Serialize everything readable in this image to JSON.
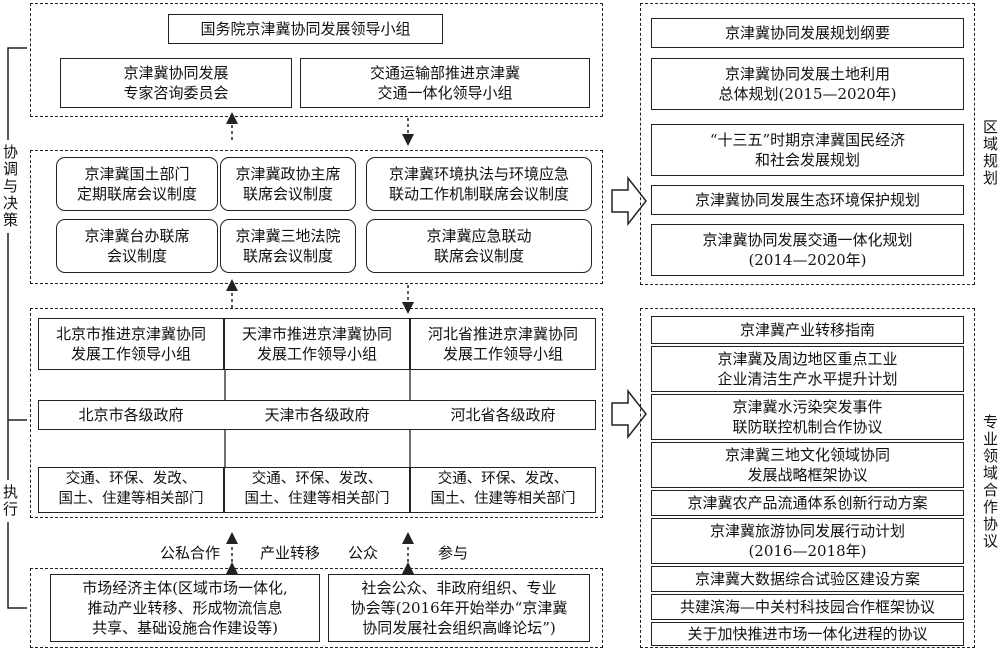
{
  "side_labels": {
    "coordination": "协调与决策",
    "execution": "执行",
    "regional_plan": "区域规划",
    "special_agreements": "专业领域合作协议"
  },
  "top_group": {
    "leading_group": "国务院京津冀协同发展领导小组",
    "expert_committee": "京津冀协同发展\n专家咨询委员会",
    "transport_group": "交通运输部推进京津冀\n交通一体化领导小组"
  },
  "mid_group": {
    "items": [
      "京津冀国土部门\n定期联席会议制度",
      "京津冀政协主席\n联席会议制度",
      "京津冀环境执法与环境应急\n联动工作机制联席会议制度",
      "京津冀台办联席\n会议制度",
      "京津冀三地法院\n联席会议制度",
      "京津冀应急联动\n联席会议制度"
    ]
  },
  "exec_group": {
    "leading_groups": [
      "北京市推进京津冀协同\n发展工作领导小组",
      "天津市推进京津冀协同\n发展工作领导小组",
      "河北省推进京津冀协同\n发展工作领导小组"
    ],
    "governments": [
      "北京市各级政府",
      "天津市各级政府",
      "河北省各级政府"
    ],
    "departments": [
      "交通、环保、发改、\n国土、住建等相关部门",
      "交通、环保、发改、\n国土、住建等相关部门",
      "交通、环保、发改、\n国土、住建等相关部门"
    ]
  },
  "links": {
    "public_private": "公私合作",
    "industry_transfer": "产业转移",
    "public": "公众",
    "participation": "参与"
  },
  "bottom_group": {
    "market": "市场经济主体(区域市场一体化,\n推动产业转移、形成物流信息\n共享、基础设施合作建设等)",
    "society": "社会公众、非政府组织、专业\n协会等(2016年开始举办“京津冀\n协同发展社会组织高峰论坛”)"
  },
  "regional_plans": [
    "京津冀协同发展规划纲要",
    "京津冀协同发展土地利用\n总体规划(2015—2020年)",
    "“十三五”时期京津冀国民经济\n和社会发展规划",
    "京津冀协同发展生态环境保护规划",
    "京津冀协同发展交通一体化规划\n(2014—2020年)"
  ],
  "agreements": [
    "京津冀产业转移指南",
    "京津冀及周边地区重点工业\n企业清洁生产水平提升计划",
    "京津冀水污染突发事件\n联防联控机制合作协议",
    "京津冀三地文化领域协同\n发展战略框架协议",
    "京津冀农产品流通体系创新行动方案",
    "京津冀旅游协同发展行动计划\n(2016—2018年)",
    "京津冀大数据综合试验区建设方案",
    "共建滨海—中关村科技园合作框架协议",
    "关于加快推进市场一体化进程的协议"
  ]
}
